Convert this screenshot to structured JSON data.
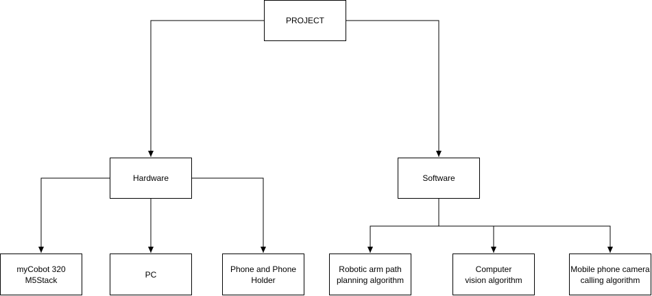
{
  "diagram": {
    "nodes": {
      "project": {
        "label": "PROJECT"
      },
      "hardware": {
        "label": "Hardware"
      },
      "software": {
        "label": "Software"
      },
      "mycobot": {
        "label": "myCobot 320\nM5Stack"
      },
      "pc": {
        "label": "PC"
      },
      "phone": {
        "label": "Phone and Phone\nHolder"
      },
      "robotic": {
        "label": "Robotic arm path\nplanning algorithm"
      },
      "vision": {
        "label": "Computer\nvision algorithm"
      },
      "camera": {
        "label": "Mobile phone camera\ncalling algorithm"
      }
    },
    "edges": [
      {
        "from": "project",
        "to": "hardware"
      },
      {
        "from": "project",
        "to": "software"
      },
      {
        "from": "hardware",
        "to": "mycobot"
      },
      {
        "from": "hardware",
        "to": "pc"
      },
      {
        "from": "hardware",
        "to": "phone"
      },
      {
        "from": "software",
        "to": "robotic"
      },
      {
        "from": "software",
        "to": "vision"
      },
      {
        "from": "software",
        "to": "camera"
      }
    ]
  }
}
